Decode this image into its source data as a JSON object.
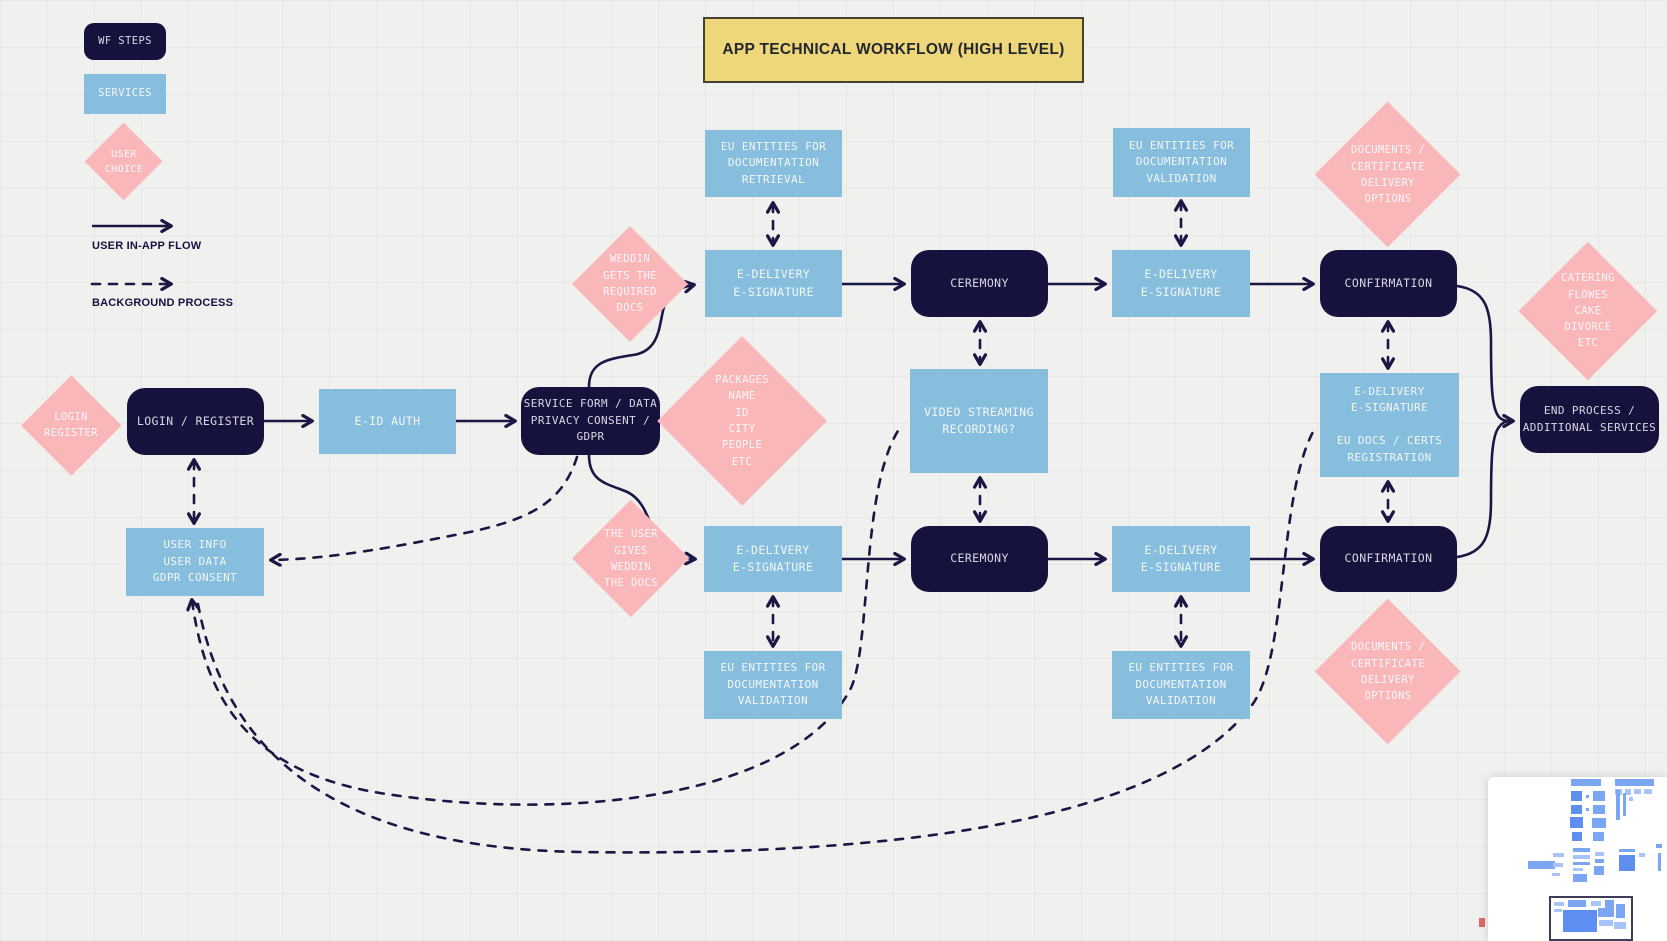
{
  "title": "APP TECHNICAL WORKFLOW (HIGH LEVEL)",
  "legend": {
    "wf_steps": "WF STEPS",
    "services": "SERVICES",
    "user_choice": "USER\nCHOICE",
    "user_in_app_flow": "USER IN-APP FLOW",
    "background_process": "BACKGROUND PROCESS"
  },
  "nodes": {
    "login_register_choice": "LOGIN\nREGISTER",
    "login_register": "LOGIN / REGISTER",
    "eid_auth": "E-ID AUTH",
    "service_form": "SERVICE FORM / DATA\nPRIVACY CONSENT / GDPR",
    "packages": "PACKAGES\nNAME\nID\nCITY\nPEOPLE\nETC",
    "weddin_gets_docs": "WEDDIN\nGETS THE\nREQUIRED\nDOCS",
    "user_gives_docs": "THE USER\nGIVES\nWEDDIN\nTHE DOCS",
    "eu_entities_retrieval": "EU ENTITIES FOR\nDOCUMENTATION\nRETRIEVAL",
    "eu_entities_validation": "EU ENTITIES FOR\nDOCUMENTATION\nVALIDATION",
    "edelivery_esignature": "E-DELIVERY\nE-SIGNATURE",
    "ceremony": "CEREMONY",
    "confirmation": "CONFIRMATION",
    "documents_delivery_options": "DOCUMENTS /\nCERTIFICATE\nDELIVERY\nOPTIONS",
    "catering_etc": "CATERING\nFLOWES\nCAKE\nDIVORCE\nETC",
    "end_process": "END PROCESS /\nADDITIONAL SERVICES",
    "video_streaming": "VIDEO STREAMING\nRECORDING?",
    "eu_docs_certs_registration": "E-DELIVERY\nE-SIGNATURE\n\nEU DOCS / CERTS\nREGISTRATION",
    "user_info": "USER INFO\nUSER DATA\nGDPR CONSENT"
  },
  "colors": {
    "step_dark": "#16123e",
    "service_blue": "#88bedd",
    "choice_pink": "#f9b7b9",
    "title_yellow": "#eed77a",
    "connector": "#1b1745",
    "canvas": "#f0f0ef"
  }
}
